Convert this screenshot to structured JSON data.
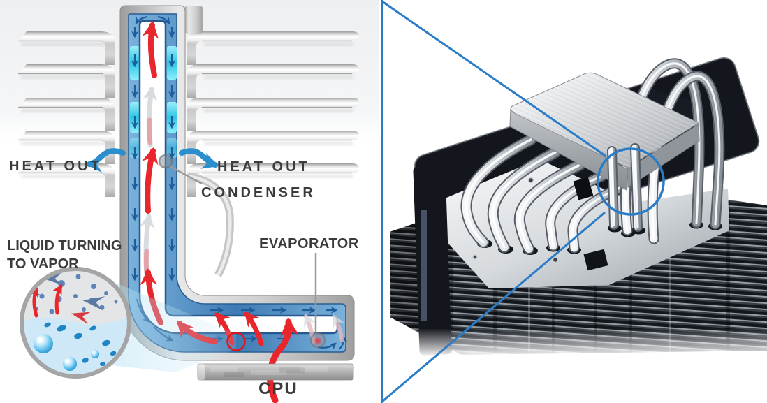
{
  "diagram": {
    "labels": {
      "heat_out_left": "HEAT OUT",
      "heat_out_right": "HEAT OUT",
      "condenser": "CONDENSER",
      "liquid_turning_line1": "LIQUID TURNING",
      "liquid_turning_line2": "TO VAPOR",
      "evaporator": "EVAPORATOR",
      "cpu": "CPU"
    },
    "colors": {
      "vapor_arrow_red": "#e8262c",
      "faded_vapor_arrow": "#d9dcdf",
      "liquid_channel_blue": "#3e7ab3",
      "channel_outline_blue": "#2a5d94",
      "wick_cyan": "#35cdea",
      "fin_gray": "#c9c9c9",
      "label_text": "#3b3b3b",
      "pointer_line_gray": "#9a9a9a",
      "highlight_circle_red": "#e0151b",
      "heat_out_arrow_blue": "#2a8fcc",
      "beam_blue": "#aadcf0"
    }
  },
  "photo": {
    "callout_color": "#2b7cc6"
  },
  "icons": {
    "magnifier_circle": "liquid-to-vapor-zoom-circle",
    "callout": "photo-zoom-callout",
    "photo_subject": "cpu-cooler-heatpipe-photo"
  }
}
